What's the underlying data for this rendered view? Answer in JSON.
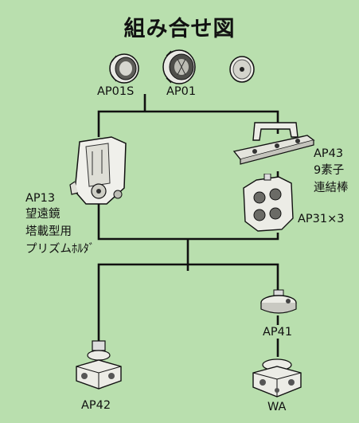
{
  "title": "組み合せ図",
  "labels": {
    "ap01s": "AP01S",
    "ap01": "AP01",
    "ap13_1": "AP13",
    "ap13_2": "望遠鏡",
    "ap13_3": "塔載型用",
    "ap13_4": "プリズムﾎﾙﾀﾞ",
    "ap43_1": "AP43",
    "ap43_2": "9素子",
    "ap43_3": "連結棒",
    "ap31": "AP31×3",
    "ap41": "AP41",
    "ap42": "AP42",
    "wa": "WA"
  },
  "colors": {
    "background": "#b9dfae",
    "line": "#111111",
    "part_fill": "#f2f2ee",
    "part_shade": "#c9c9c2"
  }
}
